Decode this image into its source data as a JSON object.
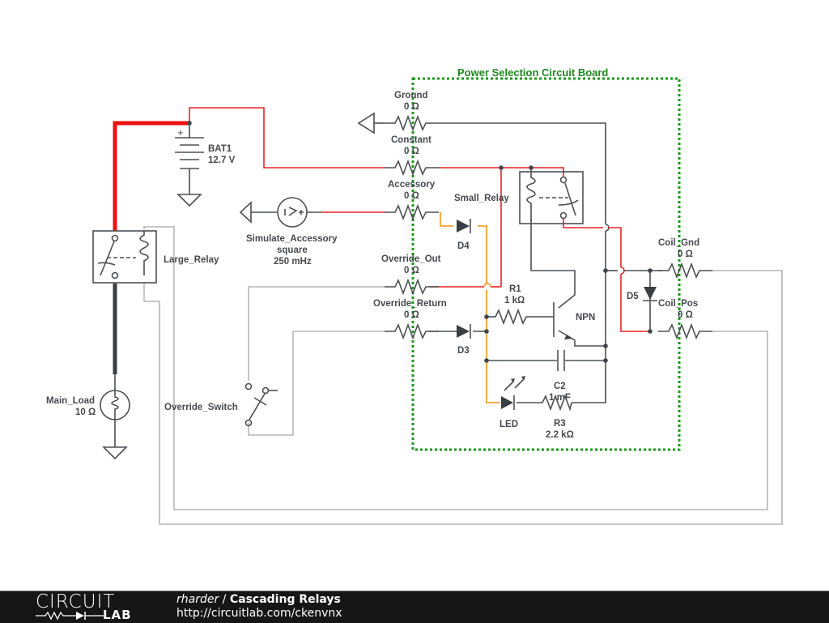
{
  "board": {
    "title": "Power Selection Circuit Board",
    "color": "#179a17"
  },
  "components": {
    "bat1": {
      "name": "BAT1",
      "value": "12.7 V",
      "plus": "+"
    },
    "large_relay": {
      "name": "Large_Relay"
    },
    "small_relay": {
      "name": "Small_Relay"
    },
    "main_load": {
      "name": "Main_Load",
      "value": "10 Ω"
    },
    "override_switch": {
      "name": "Override_Switch"
    },
    "sim_source": {
      "name": "Simulate_Accessory",
      "wave": "square",
      "freq": "250 mHz"
    },
    "r_ground": {
      "name": "Ground",
      "value": "0 Ω"
    },
    "r_constant": {
      "name": "Constant",
      "value": "0 Ω"
    },
    "r_accessory": {
      "name": "Accessory",
      "value": "0 Ω"
    },
    "r_override_out": {
      "name": "Override_Out",
      "value": "0 Ω"
    },
    "r_override_return": {
      "name": "Override_Return",
      "value": "0 Ω"
    },
    "r_coil_gnd": {
      "name": "Coil_Gnd",
      "value": "0 Ω"
    },
    "r_coil_pos": {
      "name": "Coil_Pos",
      "value": "0 Ω"
    },
    "d3": {
      "name": "D3"
    },
    "d4": {
      "name": "D4"
    },
    "d5": {
      "name": "D5"
    },
    "r1": {
      "name": "R1",
      "value": "1 kΩ"
    },
    "r3": {
      "name": "R3",
      "value": "2.2 kΩ"
    },
    "c2": {
      "name": "C2",
      "value": "1 mF"
    },
    "npn": {
      "name": "NPN"
    },
    "led": {
      "name": "LED"
    }
  },
  "wire_colors": {
    "default": "#4a5055",
    "high": "#ee2222",
    "mid": "#f5a030",
    "low": "#b5b5b5"
  },
  "footer": {
    "logo_top": "CIRCUIT",
    "logo_bottom": "LAB",
    "author": "rharder",
    "separator": " / ",
    "title": "Cascading Relays",
    "url": "http://circuitlab.com/ckenvnx"
  }
}
